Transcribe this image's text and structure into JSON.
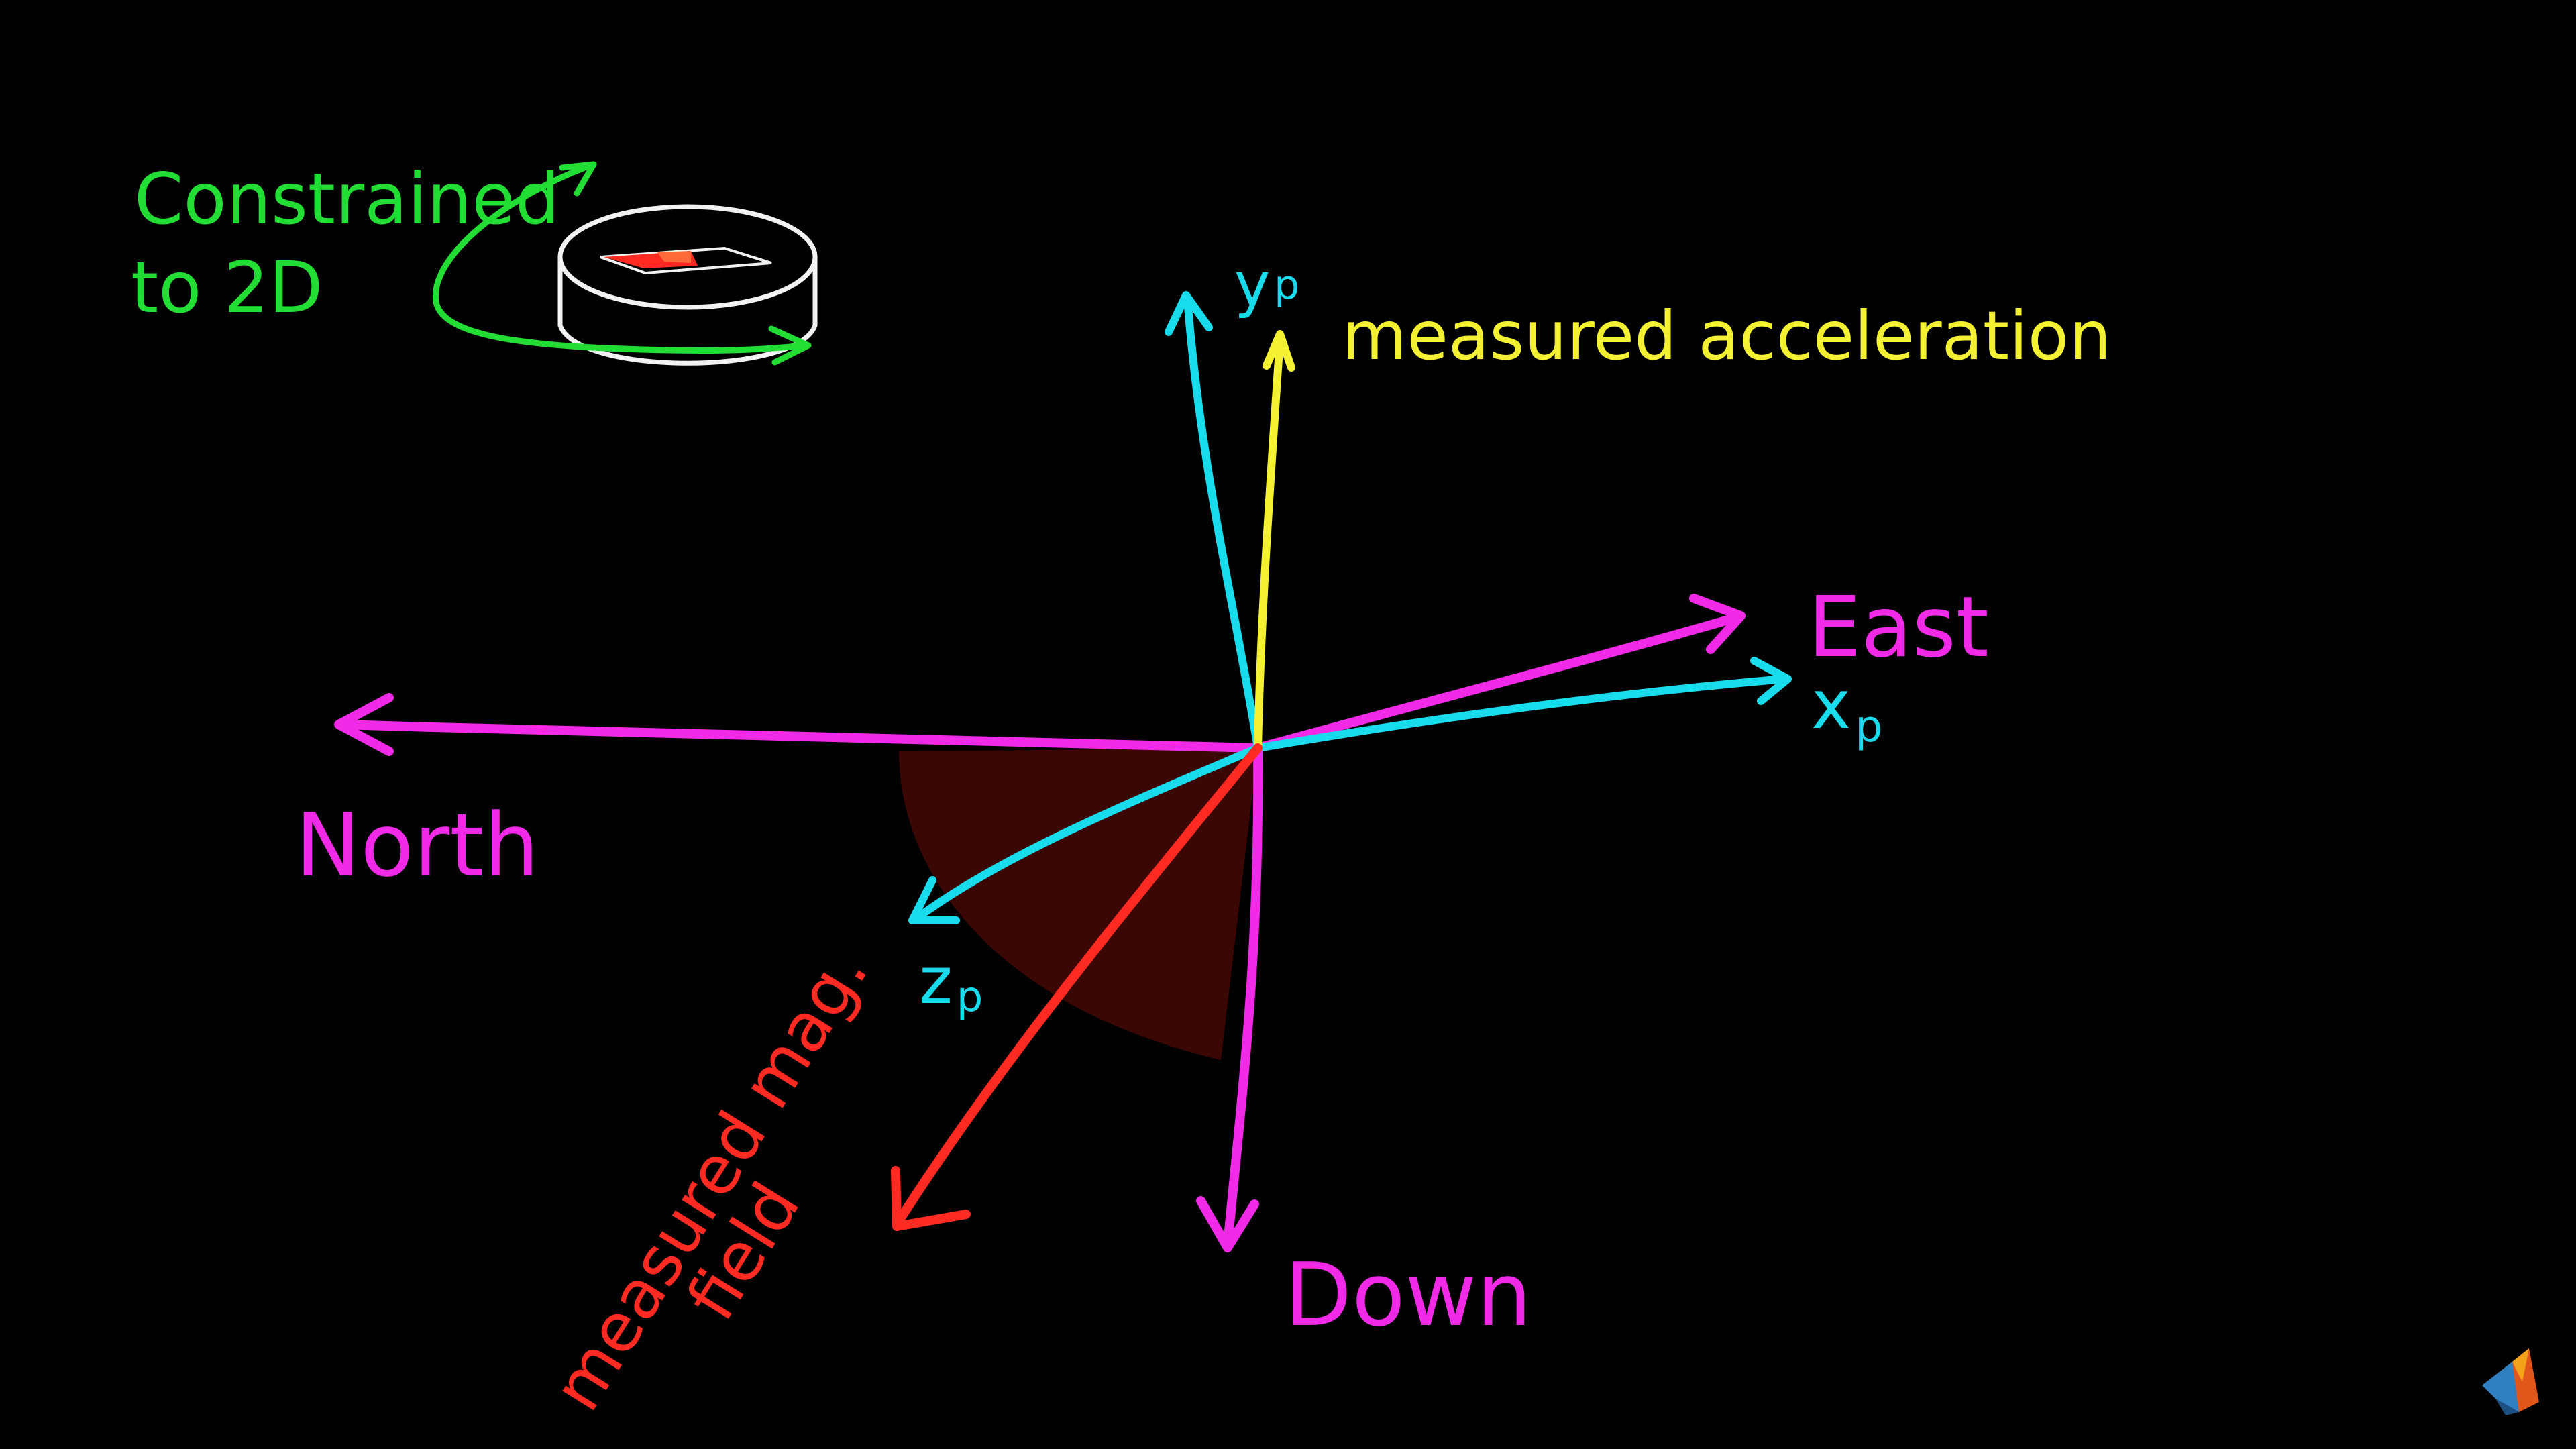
{
  "labels": {
    "constrained_line1": "Constrained",
    "constrained_line2": "to 2D",
    "y_axis": "y",
    "y_axis_sub": "p",
    "measured_acceleration": "measured acceleration",
    "east": "East",
    "x_axis": "x",
    "x_axis_sub": "p",
    "north": "North",
    "z_axis": "z",
    "z_axis_sub": "p",
    "measured_mag_line1": "measured mag.",
    "measured_mag_line2": "field",
    "down": "Down"
  },
  "colors": {
    "background": "#000000",
    "green": "#22dd33",
    "white": "#f2f2f2",
    "cyan": "#18dcec",
    "yellow": "#f4f032",
    "magenta": "#f02ae6",
    "red": "#ff2a22",
    "shaded_wedge": "#3a0705"
  },
  "icons": {
    "compass": "compass-puck-icon",
    "logo": "matlab-membrane-logo-icon"
  }
}
